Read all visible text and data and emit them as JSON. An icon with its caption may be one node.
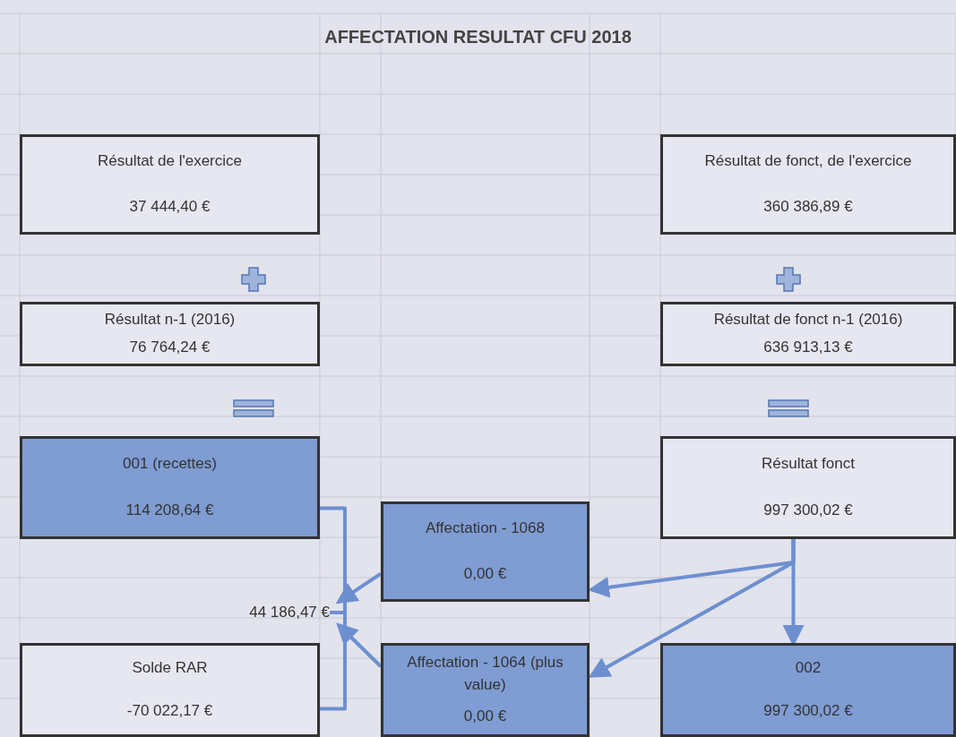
{
  "diagram": {
    "title": "AFFECTATION RESULTAT CFU 2018",
    "nodes": [
      {
        "text": [
          "Résultat de l'exercice",
          "37 444,40 €"
        ]
      },
      {
        "text": [
          "Résultat n-1 (2016)",
          "76 764,24 €"
        ]
      },
      {
        "text": [
          "001 (recettes)",
          "114 208,64 €"
        ]
      },
      {
        "text": [
          "Solde RAR",
          "-70 022,17 €"
        ]
      },
      {
        "text": [
          "Affectation - 1068",
          "0,00 €"
        ]
      },
      {
        "text": [
          "Affectation - 1064 (plus value)",
          "0,00 €"
        ]
      },
      {
        "text": [
          "Résultat de fonct, de l'exercice",
          "360 386,89 €"
        ]
      },
      {
        "text": [
          "Résultat de fonct n-1 (2016)",
          "636 913,13 €"
        ]
      },
      {
        "text": [
          "Résultat fonct",
          "997 300,02 €"
        ]
      },
      {
        "text": [
          "002",
          "997 300,02 €"
        ]
      },
      {
        "text": [
          "44 186,47 €"
        ]
      }
    ],
    "edges": [
      {
        "from": 8,
        "to": 4,
        "arrow": "to"
      },
      {
        "from": 8,
        "to": 5,
        "arrow": "to"
      },
      {
        "from": 8,
        "to": 9,
        "arrow": "to"
      },
      {
        "from": 4,
        "to": 10,
        "arrow": "to"
      },
      {
        "from": 5,
        "to": 10,
        "arrow": "to"
      },
      {
        "from": 2,
        "to": 10,
        "arrow": "none"
      },
      {
        "from": 3,
        "to": 10,
        "arrow": "none"
      }
    ]
  }
}
